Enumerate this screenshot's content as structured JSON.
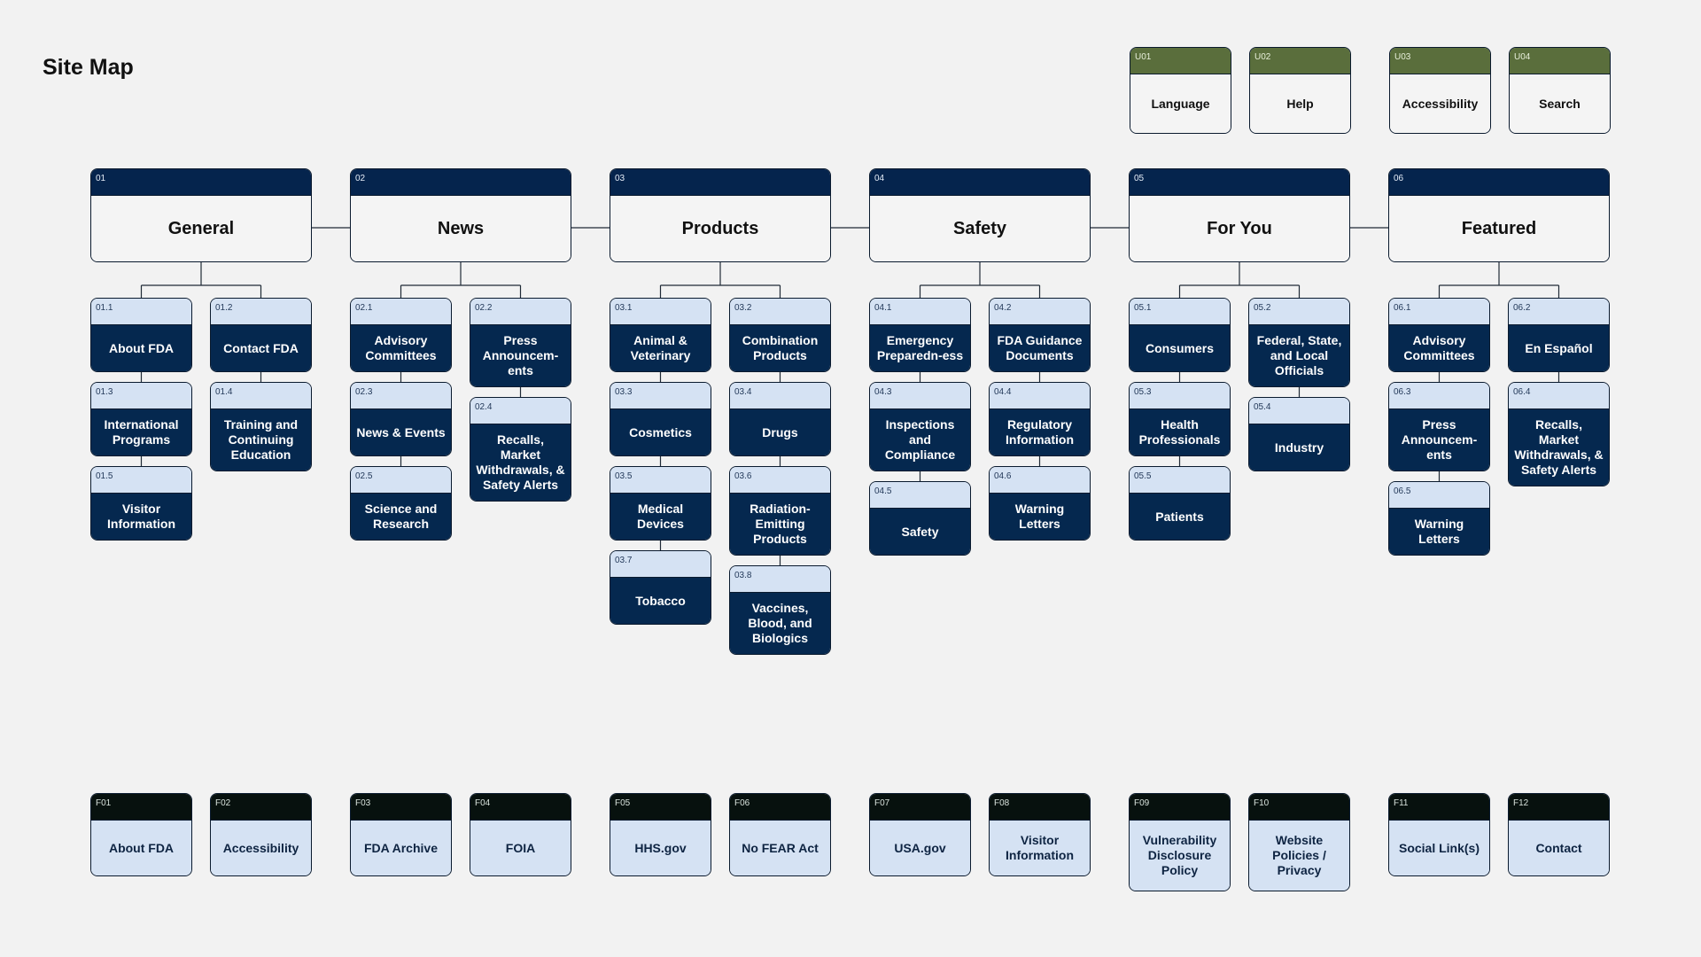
{
  "title": "Site Map",
  "colors": {
    "section_header": "#05244d",
    "child_header": "#d5e2f3",
    "child_body": "#05284f",
    "utility_header": "#5a6e3c",
    "footer_header": "#07110e",
    "footer_body": "#d5e2f3",
    "background": "#f2f2f2"
  },
  "utility": [
    {
      "code": "U01",
      "label": "Language"
    },
    {
      "code": "U02",
      "label": "Help"
    },
    {
      "code": "U03",
      "label": "Accessibility"
    },
    {
      "code": "U04",
      "label": "Search"
    }
  ],
  "sections": [
    {
      "code": "01",
      "label": "General",
      "columns": [
        [
          {
            "code": "01.1",
            "label": "About FDA"
          },
          {
            "code": "01.3",
            "label": "International Programs"
          },
          {
            "code": "01.5",
            "label": "Visitor Information"
          }
        ],
        [
          {
            "code": "01.2",
            "label": "Contact FDA"
          },
          {
            "code": "01.4",
            "label": "Training and Continuing Education"
          }
        ]
      ]
    },
    {
      "code": "02",
      "label": "News",
      "columns": [
        [
          {
            "code": "02.1",
            "label": "Advisory Committees"
          },
          {
            "code": "02.3",
            "label": "News & Events"
          },
          {
            "code": "02.5",
            "label": "Science and Research"
          }
        ],
        [
          {
            "code": "02.2",
            "label": "Press Announcem-ents"
          },
          {
            "code": "02.4",
            "label": "Recalls, Market Withdrawals, & Safety Alerts"
          }
        ]
      ]
    },
    {
      "code": "03",
      "label": "Products",
      "columns": [
        [
          {
            "code": "03.1",
            "label": "Animal & Veterinary"
          },
          {
            "code": "03.3",
            "label": "Cosmetics"
          },
          {
            "code": "03.5",
            "label": "Medical Devices"
          },
          {
            "code": "03.7",
            "label": "Tobacco"
          }
        ],
        [
          {
            "code": "03.2",
            "label": "Combination Products"
          },
          {
            "code": "03.4",
            "label": "Drugs"
          },
          {
            "code": "03.6",
            "label": "Radiation-Emitting Products"
          },
          {
            "code": "03.8",
            "label": "Vaccines, Blood, and Biologics"
          }
        ]
      ]
    },
    {
      "code": "04",
      "label": "Safety",
      "columns": [
        [
          {
            "code": "04.1",
            "label": "Emergency Preparedn-ess"
          },
          {
            "code": "04.3",
            "label": "Inspections and Compliance"
          },
          {
            "code": "04.5",
            "label": "Safety"
          }
        ],
        [
          {
            "code": "04.2",
            "label": "FDA Guidance Documents"
          },
          {
            "code": "04.4",
            "label": "Regulatory Information"
          },
          {
            "code": "04.6",
            "label": "Warning Letters"
          }
        ]
      ]
    },
    {
      "code": "05",
      "label": "For You",
      "columns": [
        [
          {
            "code": "05.1",
            "label": "Consumers"
          },
          {
            "code": "05.3",
            "label": "Health Professionals"
          },
          {
            "code": "05.5",
            "label": "Patients"
          }
        ],
        [
          {
            "code": "05.2",
            "label": "Federal, State, and Local Officials"
          },
          {
            "code": "05.4",
            "label": "Industry"
          }
        ]
      ]
    },
    {
      "code": "06",
      "label": "Featured",
      "columns": [
        [
          {
            "code": "06.1",
            "label": "Advisory Committees"
          },
          {
            "code": "06.3",
            "label": "Press Announcem-ents"
          },
          {
            "code": "06.5",
            "label": "Warning Letters"
          }
        ],
        [
          {
            "code": "06.2",
            "label": "En Español"
          },
          {
            "code": "06.4",
            "label": "Recalls, Market Withdrawals, & Safety Alerts"
          }
        ]
      ]
    }
  ],
  "footer": [
    {
      "code": "F01",
      "label": "About FDA"
    },
    {
      "code": "F02",
      "label": "Accessibility"
    },
    {
      "code": "F03",
      "label": "FDA Archive"
    },
    {
      "code": "F04",
      "label": "FOIA"
    },
    {
      "code": "F05",
      "label": "HHS.gov"
    },
    {
      "code": "F06",
      "label": "No FEAR Act"
    },
    {
      "code": "F07",
      "label": "USA.gov"
    },
    {
      "code": "F08",
      "label": "Visitor Information"
    },
    {
      "code": "F09",
      "label": "Vulnerability Disclosure Policy"
    },
    {
      "code": "F10",
      "label": "Website Policies / Privacy"
    },
    {
      "code": "F11",
      "label": "Social Link(s)"
    },
    {
      "code": "F12",
      "label": "Contact"
    }
  ]
}
